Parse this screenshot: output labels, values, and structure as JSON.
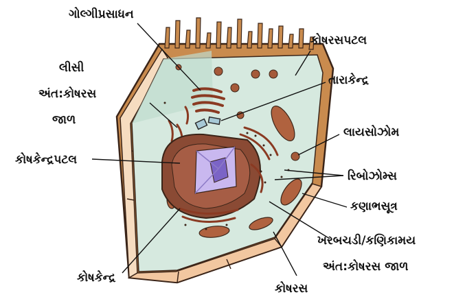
{
  "labels": {
    "golgi": "ગોલ્ગીપ્રસાધન",
    "ser_line1": "લીસી",
    "ser_line2": "અંત:કોષરસ",
    "ser_line3": "જાળ",
    "nuclear_membrane": "કોષકેન્દ્રપટલ",
    "cell_membrane": "કોષરસપટલ",
    "centrosome": "તારાકેન્દ્ર",
    "lysosome": "લાયસોઝોમ",
    "ribosomes": "રિબોઝોમ્સ",
    "mitochondria": "કણાભસૂત્ર",
    "rer_line1": "ખરબચડી/કણિકામય",
    "rer_line2": "અંત:કોષરસ  જાળ",
    "nucleus": "કોષકેન્દ્ર",
    "cytoplasm": "કોષરસ"
  },
  "colors": {
    "cytoplasm": "#d6e9df",
    "cell_wall_outer": "#c98b4e",
    "cell_wall_face": "#f6dcc0",
    "nucleus_membrane": "#8a4a34",
    "nucleolus": "#7b64c6",
    "nucleoplasm": "#c9b8ef",
    "organelle": "#a55a3a",
    "ink": "#111111"
  }
}
